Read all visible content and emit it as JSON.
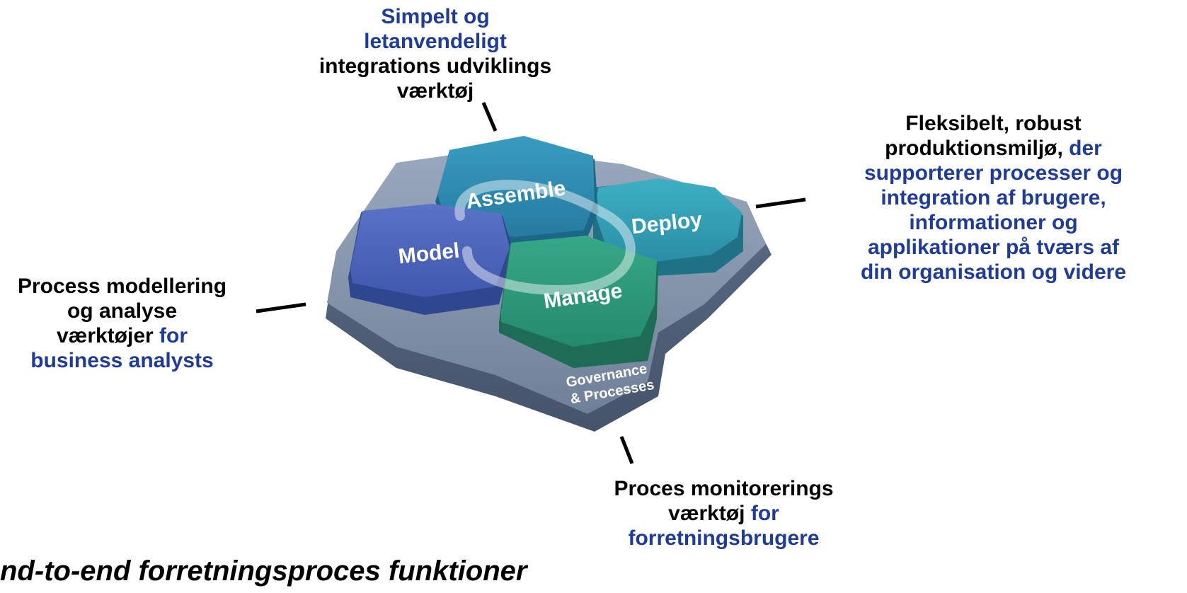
{
  "top_label": {
    "line1": "Simpelt og",
    "line2": "letanvendeligt",
    "line3": "integrations udviklings",
    "line4": "værktøj"
  },
  "right_label": {
    "line1": "Fleksibelt, robust",
    "line2_black": "produktionsmiljø,",
    "line2_blue": "der",
    "line3": "supporterer processer og",
    "line4": "integration af brugere,",
    "line5": "informationer og",
    "line6": "applikationer på tværs af",
    "line7": "din organisation og videre"
  },
  "left_label": {
    "line1": "Process modellering",
    "line2": "og analyse",
    "line3_black": "værktøjer",
    "line3_blue": "for",
    "line4": "business analysts"
  },
  "bottom_label": {
    "line1": "Proces monitorerings",
    "line2_black": "værktøj",
    "line2_blue": "for",
    "line3": "forretningsbrugere"
  },
  "hexagons": {
    "assemble": "Assemble",
    "deploy": "Deploy",
    "model": "Model",
    "manage": "Manage",
    "governance_line1": "Governance",
    "governance_line2": "& Processes"
  },
  "caption": "nd-to-end forretningsproces funktioner",
  "colors": {
    "text_blue": "#1f3c99",
    "assemble": "#2e88ae",
    "deploy": "#2f9fb5",
    "model": "#4a63b8",
    "manage": "#2e9a7a",
    "base": "#7d8fa8"
  }
}
